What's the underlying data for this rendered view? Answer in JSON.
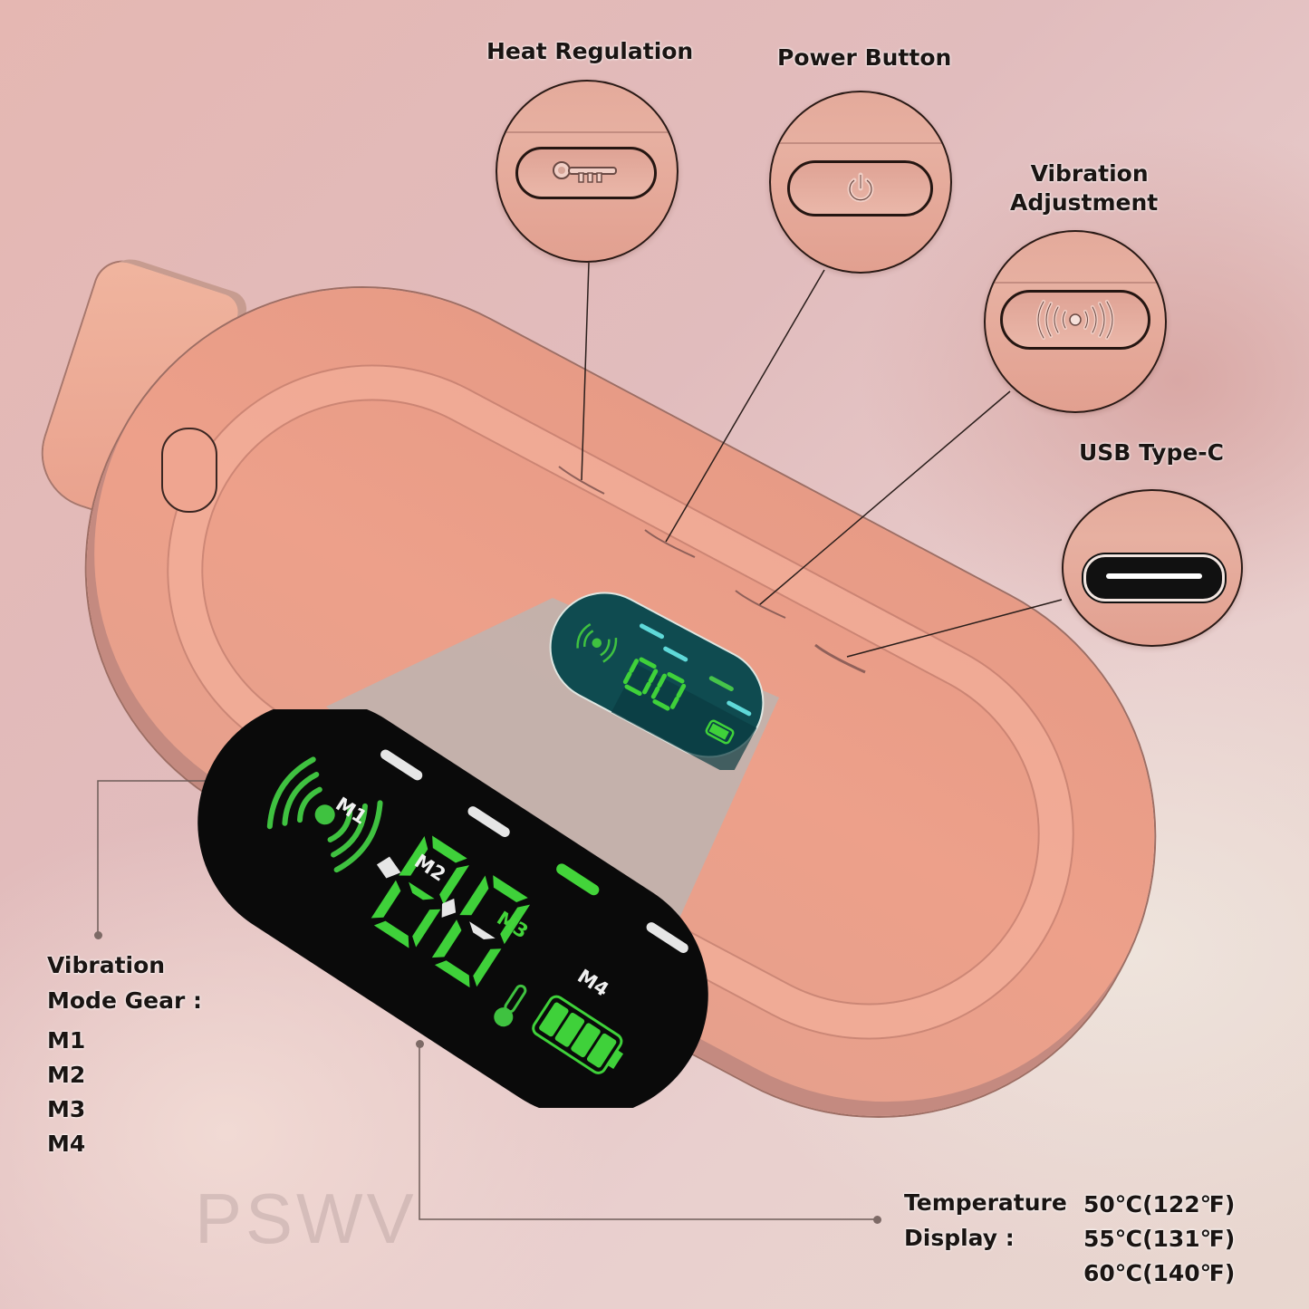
{
  "callouts": {
    "heat_regulation": {
      "label": "Heat Regulation",
      "icon": "key-icon"
    },
    "power_button": {
      "label": "Power Button",
      "icon": "power-icon"
    },
    "vibration_adjustment": {
      "label_line1": "Vibration",
      "label_line2": "Adjustment",
      "icon": "vibration-icon"
    },
    "usb_type_c": {
      "label": "USB Type-C",
      "icon": "usb-c-port-icon"
    }
  },
  "display": {
    "modes": [
      "M1",
      "M2",
      "M3",
      "M4"
    ],
    "active_mode": "M3",
    "digits": "88",
    "battery_bars": 4,
    "icons": [
      "vibration-icon",
      "thermometer-icon",
      "battery-icon"
    ],
    "colors": {
      "active": "#3fd13a",
      "inactive": "#e8e8e8",
      "panel": "#0b0b0b",
      "small_panel": "#0f4a4e"
    }
  },
  "vibration_mode": {
    "title_line1": "Vibration",
    "title_line2": "Mode Gear :",
    "gears": [
      "M1",
      "M2",
      "M3",
      "M4"
    ]
  },
  "temperature": {
    "title_line1": "Temperature",
    "title_line2": "Display :",
    "values": [
      "50℃(122℉)",
      "55℃(131℉)",
      "60℃(140℉)"
    ]
  },
  "watermark": "PSWV"
}
